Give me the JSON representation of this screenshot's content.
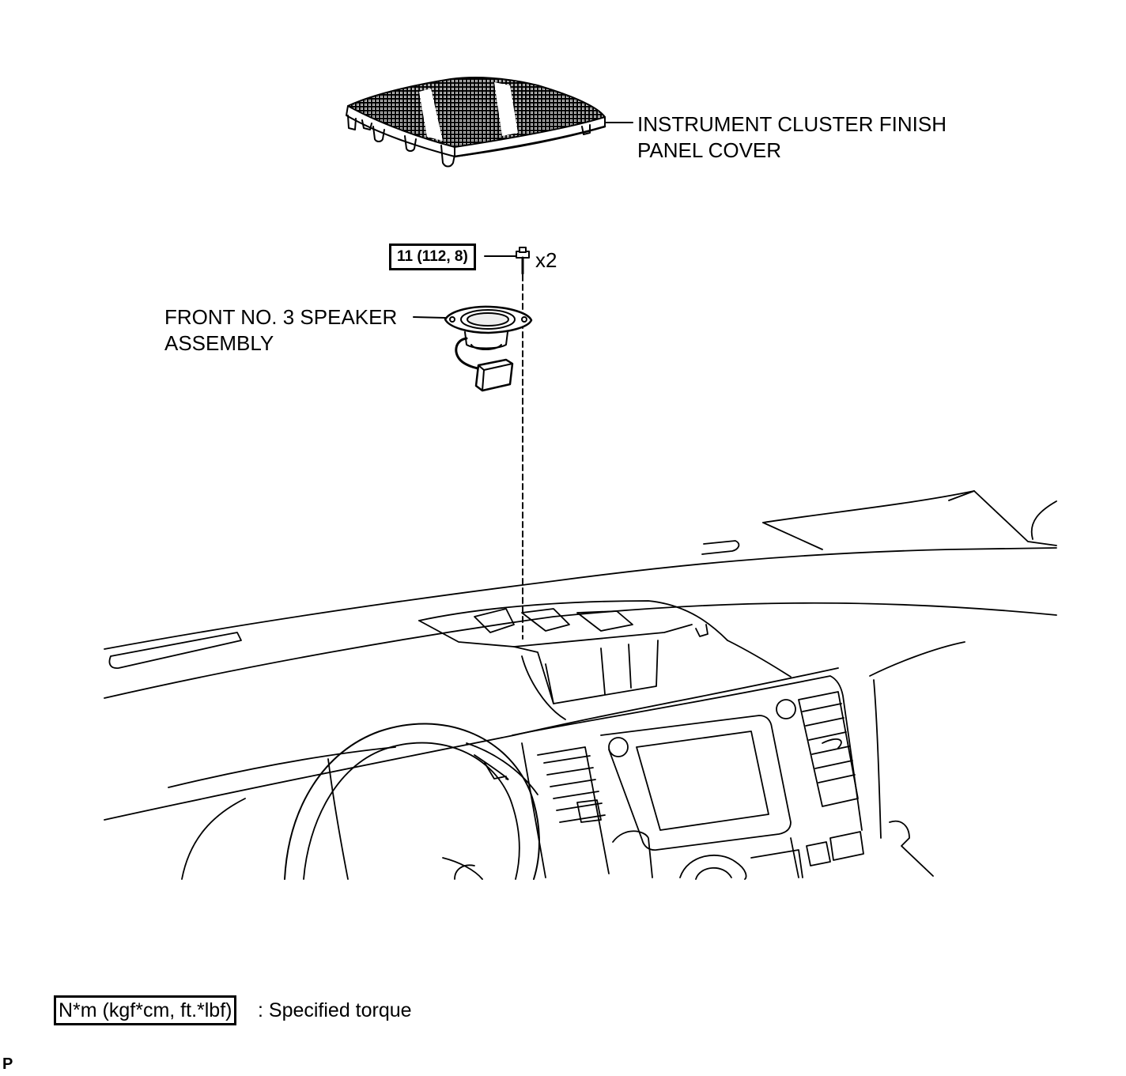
{
  "labels": {
    "cover_line1": "INSTRUMENT CLUSTER FINISH",
    "cover_line2": "PANEL COVER",
    "speaker_line1": "FRONT NO. 3 SPEAKER",
    "speaker_line2": "ASSEMBLY",
    "torque_value": "11 (112, 8)",
    "quantity": "x2"
  },
  "legend": {
    "unit_box": "N*m (kgf*cm, ft.*lbf)",
    "description": ": Specified torque"
  },
  "corner_code": "P"
}
